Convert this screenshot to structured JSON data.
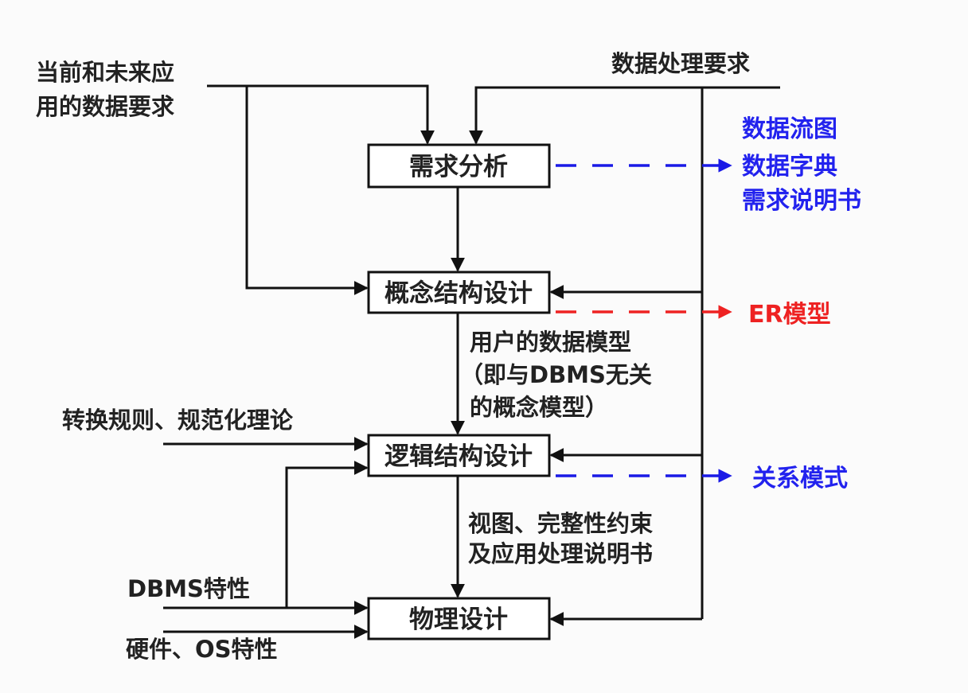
{
  "inputs": {
    "current_future_line1": "当前和未来应",
    "current_future_line2": "用的数据要求",
    "processing_req": "数据处理要求",
    "transform_rules": "转换规则、规范化理论",
    "dbms_features": "DBMS特性",
    "hardware_os": "硬件、OS特性"
  },
  "stages": {
    "requirements": "需求分析",
    "conceptual": "概念结构设计",
    "logical": "逻辑结构设计",
    "physical": "物理设计"
  },
  "intermediate": {
    "user_model_line1": "用户的数据模型",
    "user_model_line2": "（即与DBMS无关",
    "user_model_line3": "的概念模型）",
    "views_line1": "视图、完整性约束",
    "views_line2": "及应用处理说明书"
  },
  "outputs": {
    "dfd": "数据流图",
    "dictionary": "数据字典",
    "spec": "需求说明书",
    "er_model": "ER模型",
    "relational_schema": "关系模式"
  },
  "colors": {
    "blue": "#1a1ae6",
    "red": "#ee2222"
  }
}
